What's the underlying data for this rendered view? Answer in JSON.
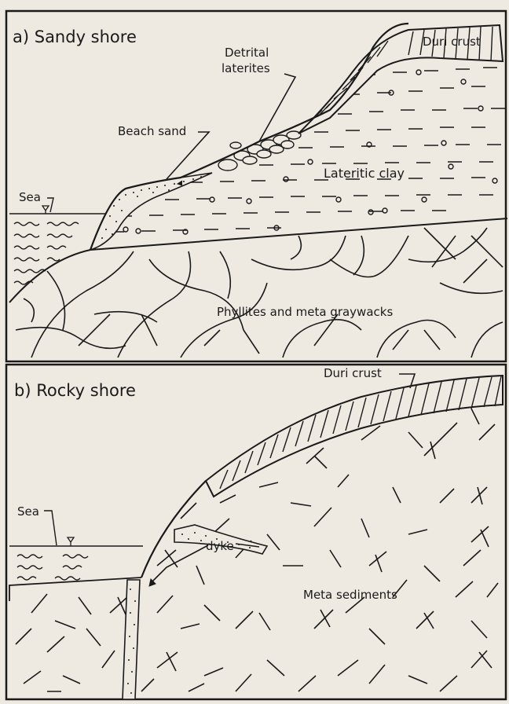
{
  "panels": [
    {
      "title": "a) Sandy shore",
      "labels": {
        "duri_crust": "Duri crust",
        "detrital_laterites": [
          "Detrital",
          "laterites"
        ],
        "beach_sand": "Beach sand",
        "lateritic_clay": "Lateritic clay",
        "sea": "Sea",
        "bedrock": "Phyllites  and meta graywacks"
      }
    },
    {
      "title": "b)  Rocky shore",
      "labels": {
        "duri_crust": "Duri crust",
        "sea": "Sea",
        "dyke": "dyke",
        "bedrock": "Meta sediments"
      }
    }
  ],
  "colors": {
    "ink": "#1a1a1a",
    "paper": "#eeeae2"
  }
}
